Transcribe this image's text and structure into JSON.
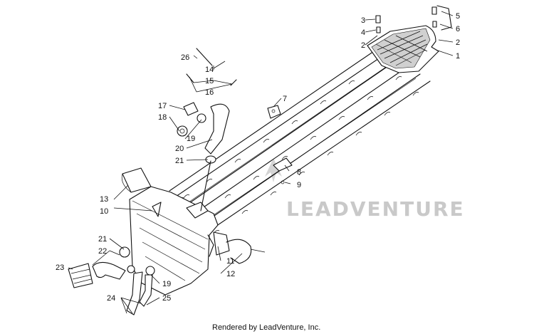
{
  "watermark": {
    "text": "LEADVENTURE"
  },
  "footer": {
    "credit": "Rendered by LeadVenture, Inc."
  },
  "callouts": [
    {
      "id": "c1",
      "label": "1"
    },
    {
      "id": "c2a",
      "label": "2"
    },
    {
      "id": "c2b",
      "label": "2"
    },
    {
      "id": "c3",
      "label": "3"
    },
    {
      "id": "c4",
      "label": "4"
    },
    {
      "id": "c5",
      "label": "5"
    },
    {
      "id": "c6",
      "label": "6"
    },
    {
      "id": "c7",
      "label": "7"
    },
    {
      "id": "c8",
      "label": "8"
    },
    {
      "id": "c9",
      "label": "9"
    },
    {
      "id": "c10",
      "label": "10"
    },
    {
      "id": "c11",
      "label": "11"
    },
    {
      "id": "c12",
      "label": "12"
    },
    {
      "id": "c13",
      "label": "13"
    },
    {
      "id": "c14",
      "label": "14"
    },
    {
      "id": "c15",
      "label": "15"
    },
    {
      "id": "c16",
      "label": "16"
    },
    {
      "id": "c17",
      "label": "17"
    },
    {
      "id": "c18",
      "label": "18"
    },
    {
      "id": "c19a",
      "label": "19"
    },
    {
      "id": "c19b",
      "label": "19"
    },
    {
      "id": "c20",
      "label": "20"
    },
    {
      "id": "c21a",
      "label": "21"
    },
    {
      "id": "c21b",
      "label": "21"
    },
    {
      "id": "c22",
      "label": "22"
    },
    {
      "id": "c23",
      "label": "23"
    },
    {
      "id": "c24",
      "label": "24"
    },
    {
      "id": "c25",
      "label": "25"
    },
    {
      "id": "c26",
      "label": "26"
    }
  ]
}
